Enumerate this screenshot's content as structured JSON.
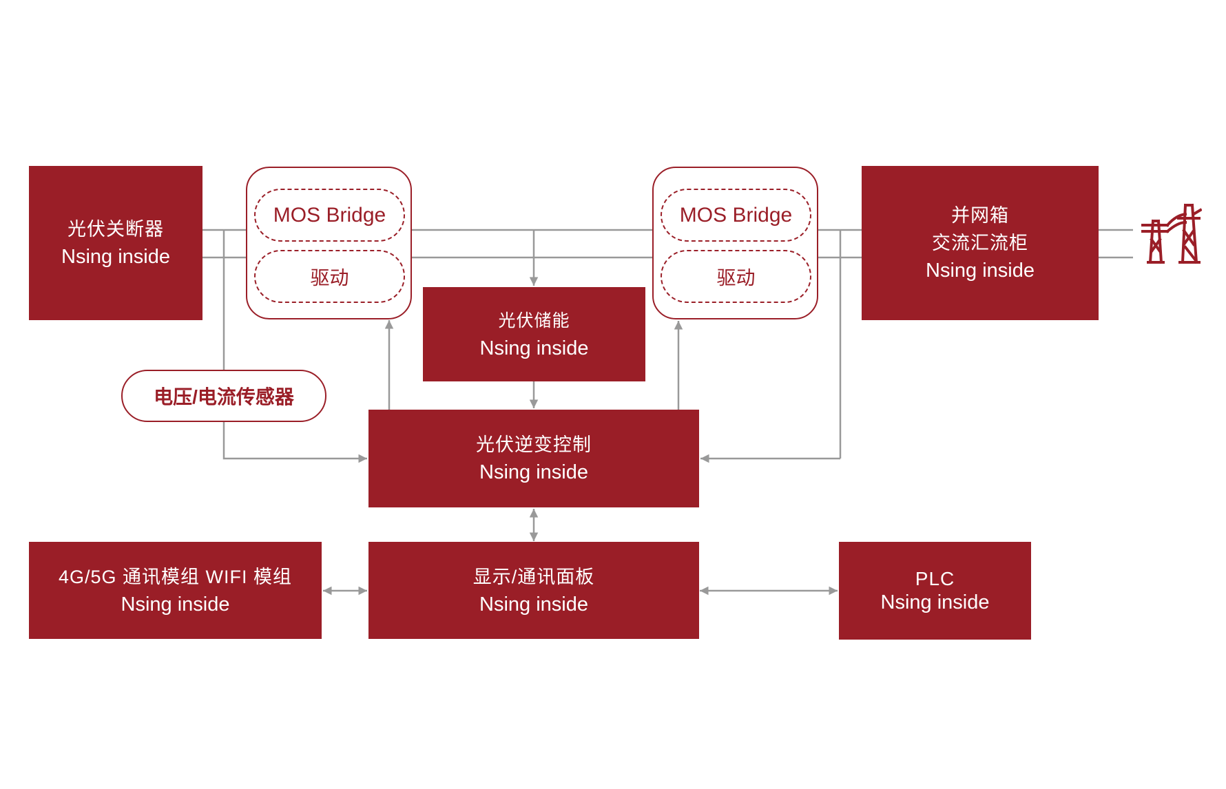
{
  "colors": {
    "accent": "#9a1e27",
    "wire": "#999999",
    "text_on_accent": "#ffffff"
  },
  "nodes": {
    "pv_shutdown": {
      "title": "光伏关断器",
      "subtitle": "Nsing inside"
    },
    "mos_left": {
      "bridge": "MOS Bridge",
      "driver": "驱动"
    },
    "mos_right": {
      "bridge": "MOS Bridge",
      "driver": "驱动"
    },
    "grid_box": {
      "title_line1": "并网箱",
      "title_line2": "交流汇流柜",
      "subtitle": "Nsing inside"
    },
    "pv_storage": {
      "title": "光伏储能",
      "subtitle": "Nsing inside"
    },
    "sensor": {
      "label": "电压/电流传感器"
    },
    "inverter_control": {
      "title": "光伏逆变控制",
      "subtitle": "Nsing inside"
    },
    "comm_module": {
      "title": "4G/5G 通讯模组 WIFI 模组",
      "subtitle": "Nsing inside"
    },
    "display_panel": {
      "title": "显示/通讯面板",
      "subtitle": "Nsing inside"
    },
    "plc": {
      "title": "PLC",
      "subtitle": "Nsing inside"
    },
    "grid_tower": {
      "icon": "power-tower-icon"
    }
  }
}
